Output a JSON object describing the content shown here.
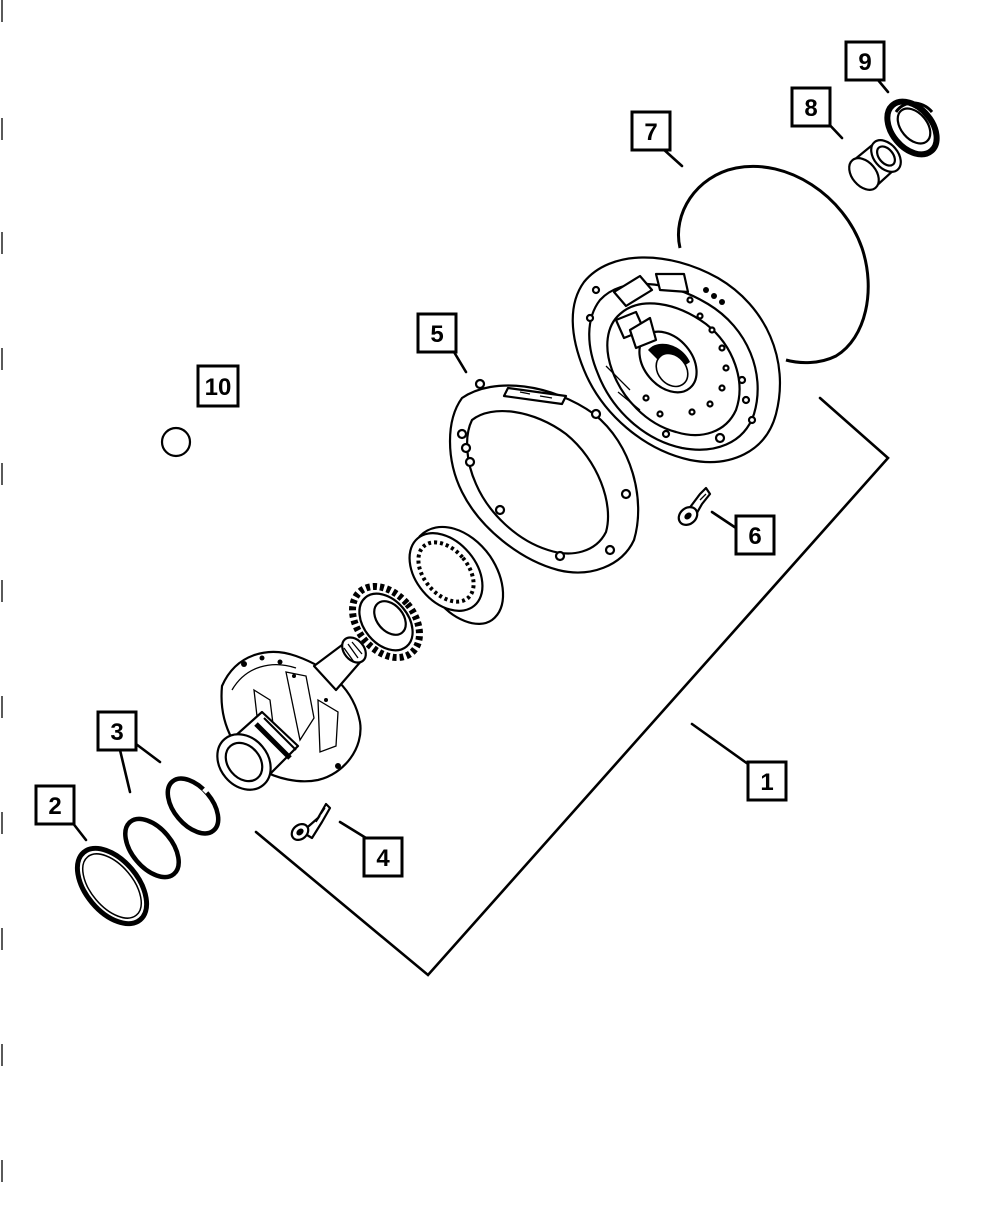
{
  "diagram": {
    "callouts": [
      {
        "id": "1",
        "label": "1"
      },
      {
        "id": "2",
        "label": "2"
      },
      {
        "id": "3",
        "label": "3"
      },
      {
        "id": "4",
        "label": "4"
      },
      {
        "id": "5",
        "label": "5"
      },
      {
        "id": "6",
        "label": "6"
      },
      {
        "id": "7",
        "label": "7"
      },
      {
        "id": "8",
        "label": "8"
      },
      {
        "id": "9",
        "label": "9"
      },
      {
        "id": "10",
        "label": "10"
      }
    ]
  },
  "colors": {
    "ink": "#000000",
    "paper": "#ffffff"
  }
}
